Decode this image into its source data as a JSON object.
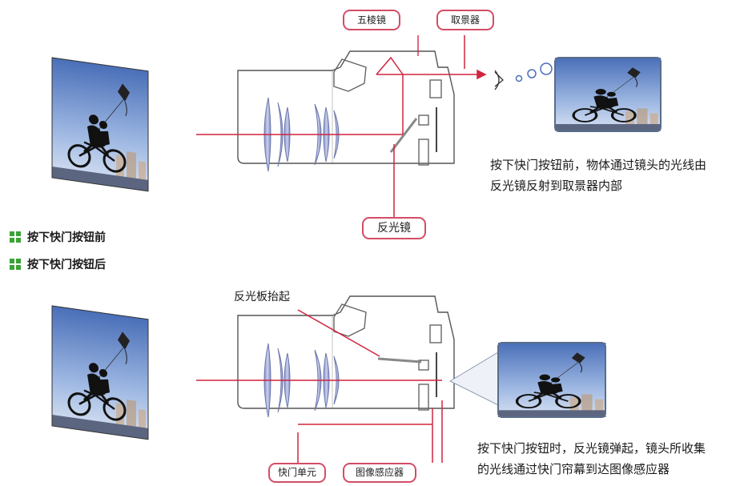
{
  "top": {
    "label_pentaprism": "五棱镜",
    "label_viewfinder": "取景器",
    "label_mirror": "反光镜",
    "caption_line1": "按下快门按钮前，物体通过镜头的光线由",
    "caption_line2": "反光镜反射到取景器内部"
  },
  "legend": {
    "before": "按下快门按钮前",
    "after": "按下快门按钮后"
  },
  "bottom": {
    "label_mirror_up": "反光板抬起",
    "label_shutter_unit": "快门单元",
    "label_image_sensor": "图像感应器",
    "caption_line1": "按下快门按钮时，反光镜弹起，镜头所收集",
    "caption_line2": "的光线通过快门帘幕到达图像感应器"
  },
  "colors": {
    "light_ray": "#d0243f",
    "label_border": "#d34d66",
    "lens": "#9aa5d0",
    "legend_green": "#3aa336",
    "outline": "#555555"
  }
}
